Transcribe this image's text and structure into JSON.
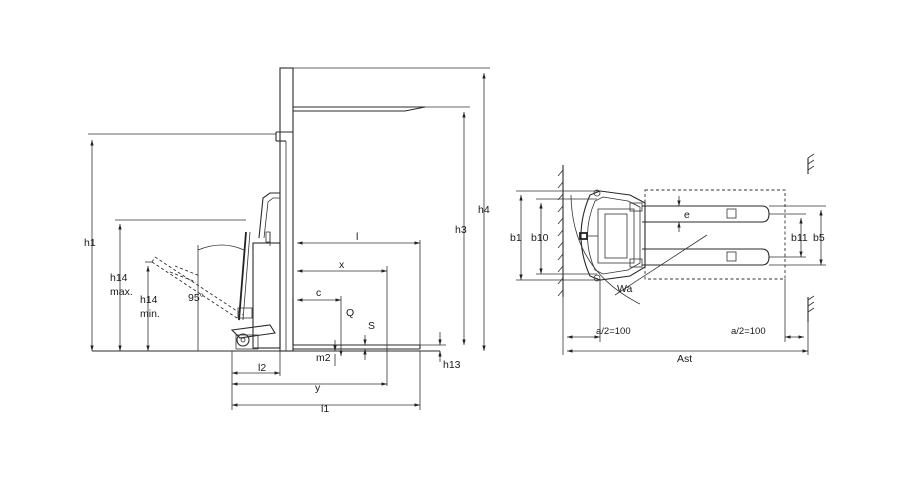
{
  "side_view": {
    "labels": {
      "h1": "h1",
      "h14_max_a": "h14",
      "h14_max_b": "max.",
      "h14_min_a": "h14",
      "h14_min_b": "min.",
      "angle": "95°",
      "h3": "h3",
      "h4": "h4",
      "l": "l",
      "x": "x",
      "c": "c",
      "Q": "Q",
      "S": "S",
      "m2": "m2",
      "h13": "h13",
      "l2": "l2",
      "y": "y",
      "l1": "l1"
    }
  },
  "top_view": {
    "labels": {
      "b1": "b1",
      "b10": "b10",
      "e": "e",
      "b11": "b11",
      "b5": "b5",
      "Wa": "Wa",
      "a2_left": "a/2=100",
      "a2_right": "a/2=100",
      "Ast": "Ast"
    }
  }
}
